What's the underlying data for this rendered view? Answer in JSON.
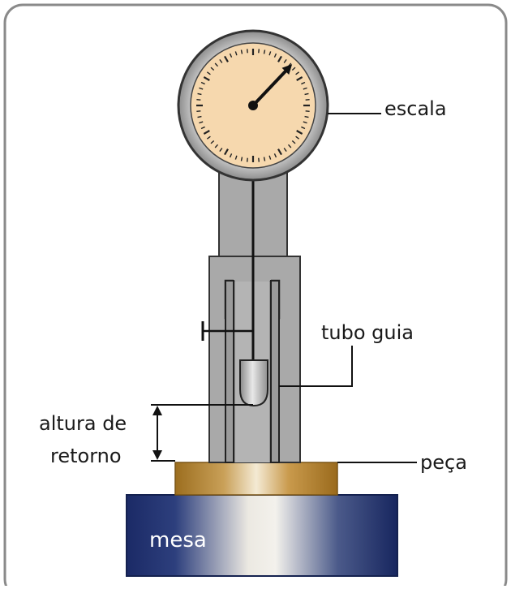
{
  "labels": {
    "escala": "escala",
    "tubo_guia": "tubo guia",
    "altura_line1": "altura de",
    "altura_line2": "retorno",
    "peca": "peça",
    "mesa": "mesa"
  },
  "colors": {
    "dial_face": "#f6d8ae",
    "dial_rim": "#a7a7a7",
    "body_gray": "#a9a9a9",
    "line": "#1a1a1a",
    "table_blue": "#1c2d6b",
    "piece_gold": "#b8862d"
  },
  "dial": {
    "needle_fraction": 0.63,
    "tick_count": 60
  }
}
